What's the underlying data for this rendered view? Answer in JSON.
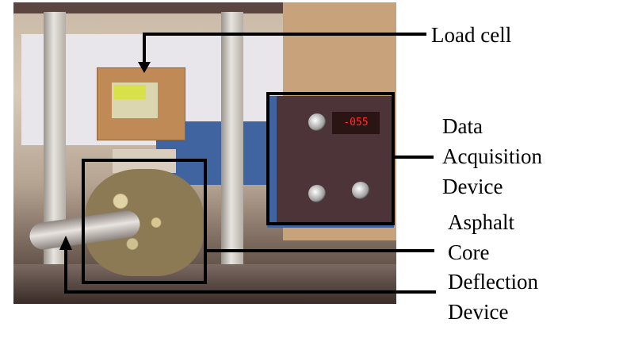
{
  "figure": {
    "photo_description": "Laboratory indirect tensile test setup with asphalt core specimen",
    "daq_display_reading": "-055"
  },
  "labels": {
    "load_cell": "Load cell",
    "data_acquisition_device": [
      "Data",
      "Acquisition",
      "Device"
    ],
    "asphalt_core": [
      "Asphalt",
      "Core"
    ],
    "deflection_device": [
      "Deflection",
      "Device"
    ]
  },
  "colors": {
    "annotation_line": "#000000",
    "display_digits": "#ff3030",
    "device_blue": "#3f64a0"
  }
}
